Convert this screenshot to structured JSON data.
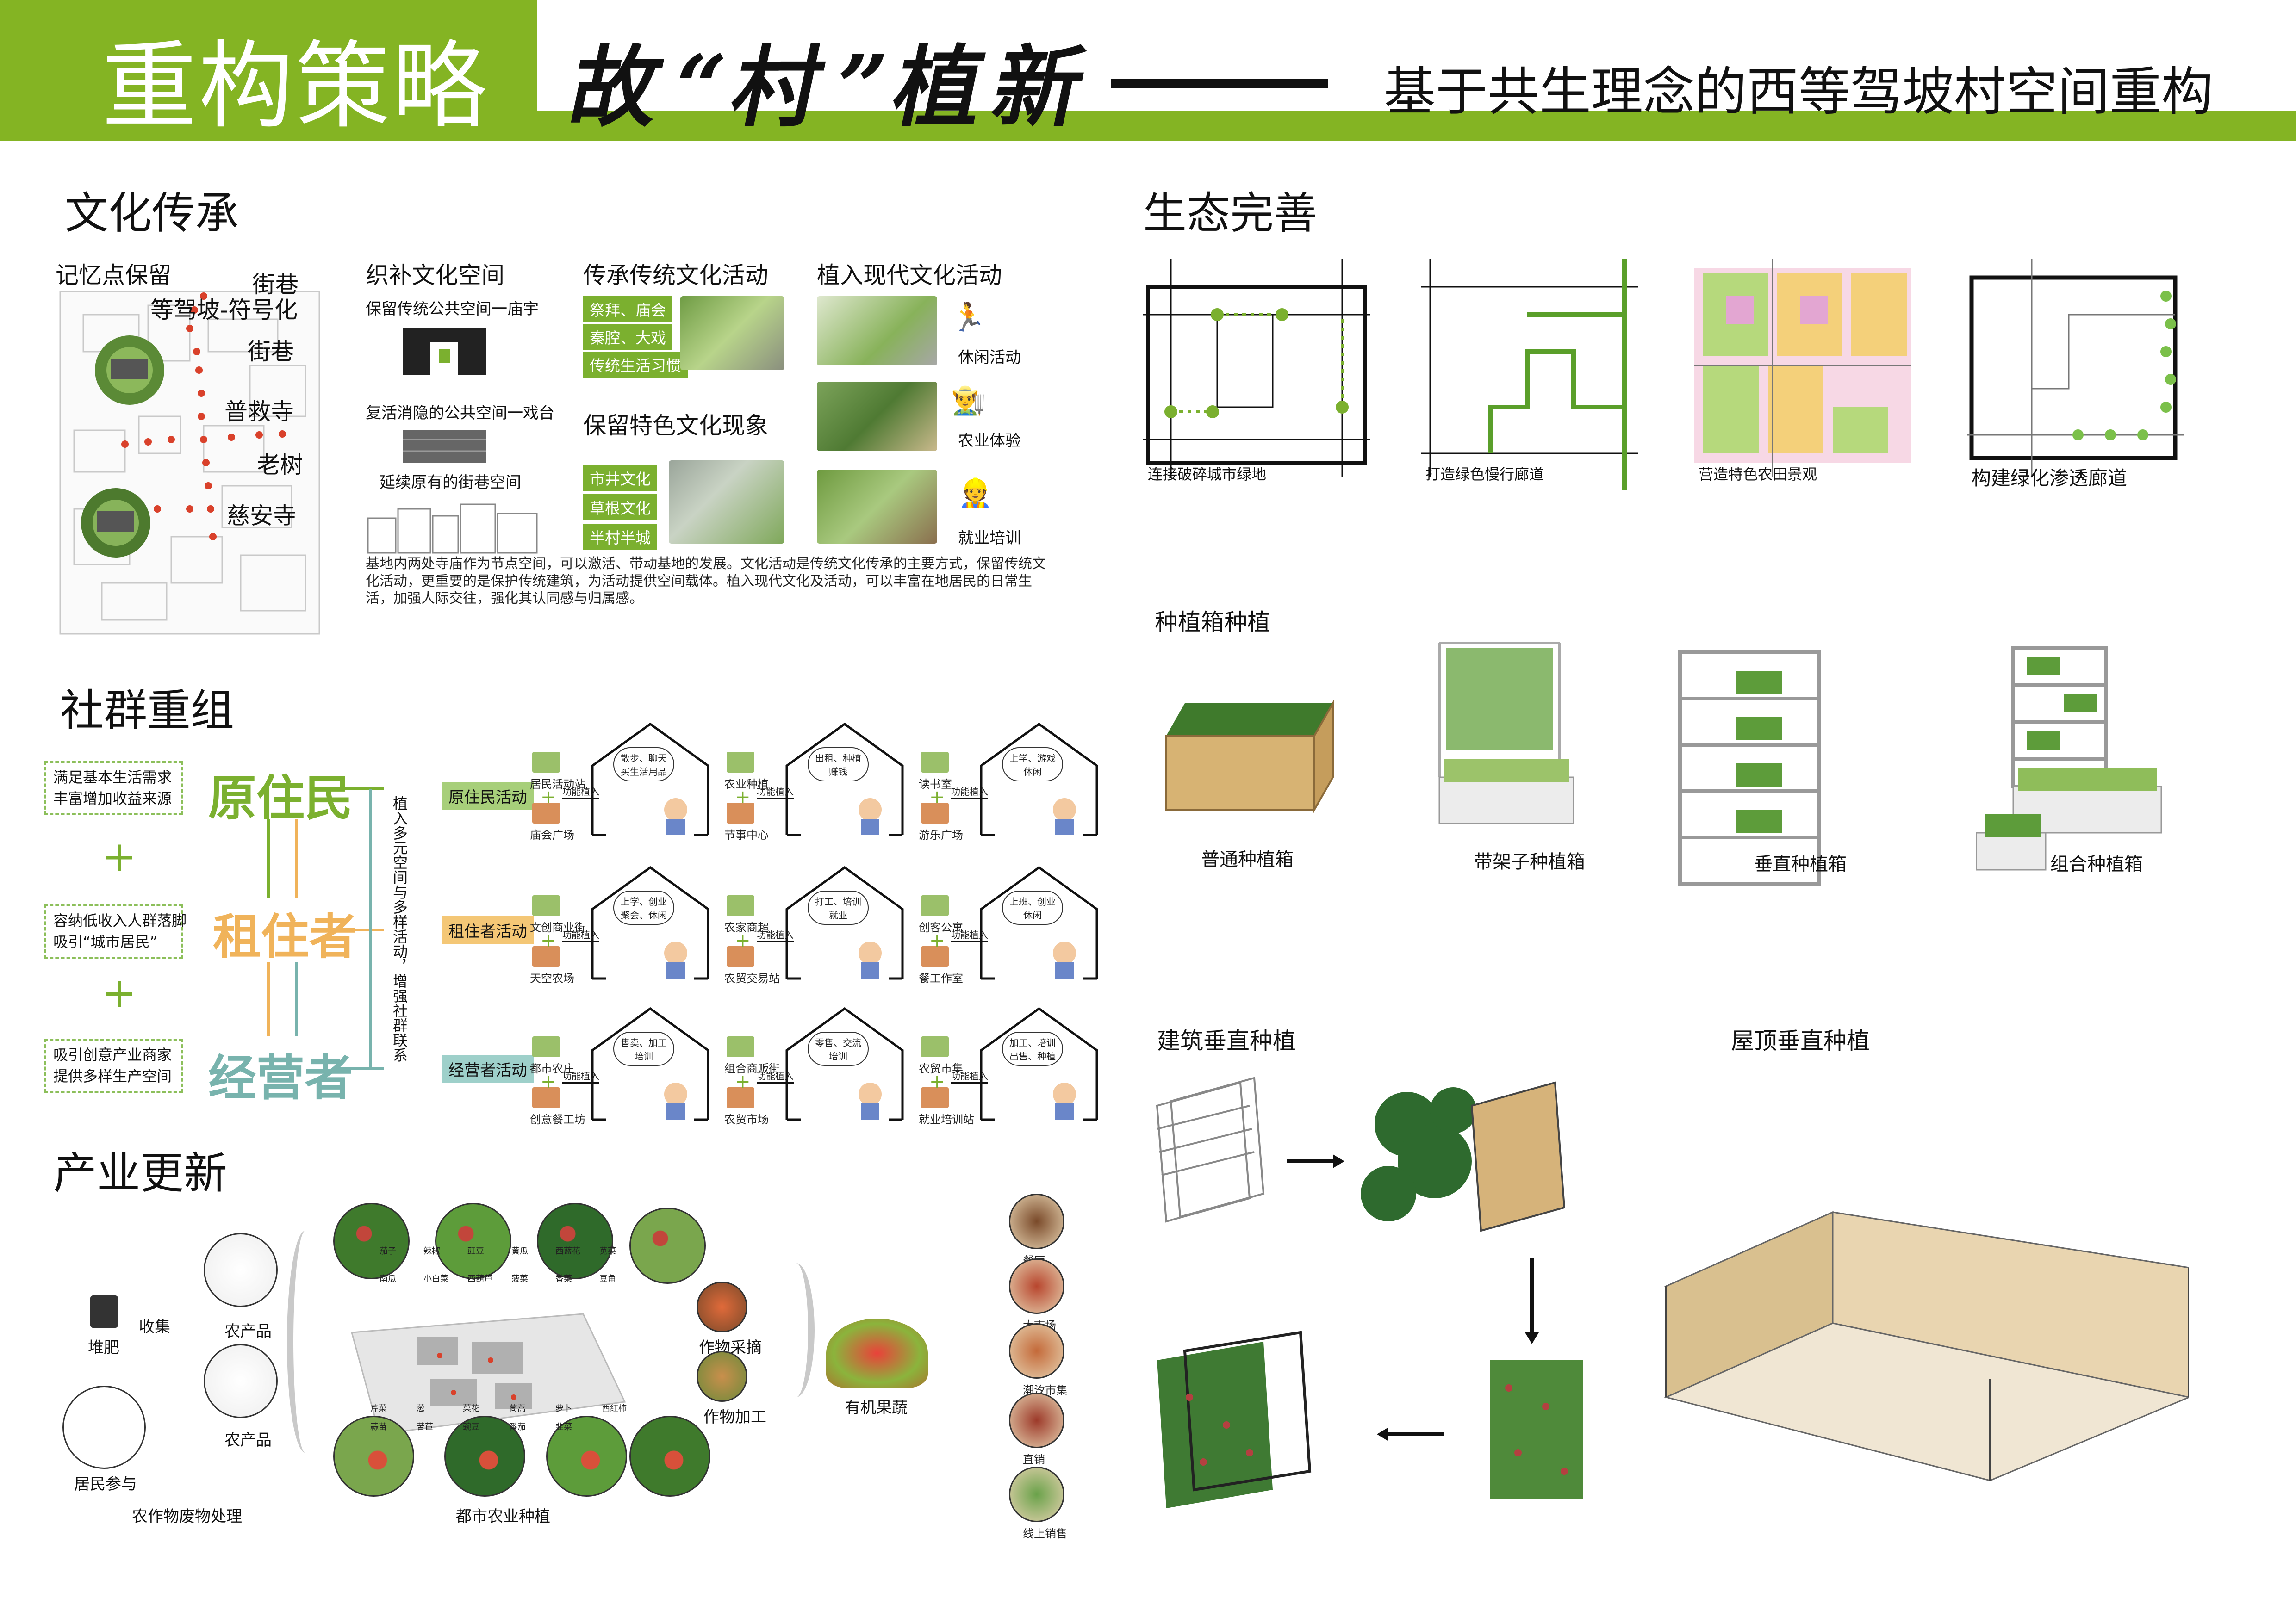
{
  "header": {
    "section_title": "重构策略",
    "main_title": "故“村”植新",
    "subtitle": "基于共生理念的西等驾坡村空间重构"
  },
  "culture": {
    "heading": "文化传承",
    "memory": {
      "title": "记忆点保留",
      "labels": [
        "街巷",
        "等驾坡-符号化",
        "街巷",
        "普救寺",
        "老树",
        "慈安寺"
      ]
    },
    "weave": {
      "title": "织补文化空间",
      "items": [
        "保留传统公共空间一庙宇",
        "复活消隐的公共空间一戏台",
        "延续原有的街巷空间"
      ]
    },
    "tradition": {
      "title": "传承传统文化活动",
      "tags": [
        "祭拜、庙会",
        "秦腔、大戏",
        "传统生活习惯"
      ]
    },
    "modern": {
      "title": "植入现代文化活动",
      "items": [
        "休闲活动",
        "农业体验",
        "就业培训"
      ]
    },
    "phenomena": {
      "title": "保留特色文化现象",
      "tags": [
        "市井文化",
        "草根文化",
        "半村半城"
      ]
    },
    "paragraph": "基地内两处寺庙作为节点空间，可以激活、带动基地的发展。文化活动是传统文化传承的主要方式，保留传统文化活动，更重要的是保护传统建筑，为活动提供空间载体。植入现代文化及活动，可以丰富在地居民的日常生活，加强人际交往，强化其认同感与归属感。"
  },
  "community": {
    "heading": "社群重组",
    "needs": [
      "满足基本生活需求\n丰富增加收益来源",
      "容纳低收入人群落脚\n吸引“城市居民”",
      "吸引创意产业商家\n提供多样生产空间"
    ],
    "plus": "+",
    "groups": [
      "原住民",
      "租住者",
      "经营者"
    ],
    "vertical_text": "植入多元空间与多样活动，增强社群联系",
    "activities": [
      "原住民活动",
      "租住者活动",
      "经营者活动"
    ],
    "func_in": "功能植入",
    "rows": [
      {
        "houses": [
          {
            "inputs": [
              "居民活动站",
              "庙会广场"
            ],
            "bubble": "散步、聊天\n买生活用品"
          },
          {
            "inputs": [
              "农业种植",
              "节事中心"
            ],
            "bubble": "出租、种植\n赚钱"
          },
          {
            "inputs": [
              "读书室",
              "游乐广场"
            ],
            "bubble": "上学、游戏\n休闲"
          }
        ]
      },
      {
        "houses": [
          {
            "inputs": [
              "文创商业街",
              "天空农场"
            ],
            "bubble": "上学、创业\n聚会、休闲"
          },
          {
            "inputs": [
              "农家商超",
              "农贸交易站"
            ],
            "bubble": "打工、培训\n就业"
          },
          {
            "inputs": [
              "创客公寓",
              "餐工作室"
            ],
            "bubble": "上班、创业\n休闲"
          }
        ]
      },
      {
        "houses": [
          {
            "inputs": [
              "都市农庄",
              "创意餐工坊"
            ],
            "bubble": "售卖、加工\n培训"
          },
          {
            "inputs": [
              "组合商贩街",
              "农贸市场"
            ],
            "bubble": "零售、交流\n培训"
          },
          {
            "inputs": [
              "农贸市集",
              "就业培训站"
            ],
            "bubble": "加工、培训\n出售、种植"
          }
        ]
      }
    ]
  },
  "industry": {
    "heading": "产业更新",
    "left": {
      "compost": "堆肥",
      "collect": "收集",
      "produce1": "农产品",
      "produce2": "农产品",
      "residents": "居民参与",
      "caption": "农作物废物处理"
    },
    "center": {
      "crops_top": [
        "茄子",
        "辣椒",
        "豇豆",
        "黄瓜",
        "西蓝花",
        "苋菜",
        "南瓜",
        "小白菜",
        "西葫芦",
        "菠菜",
        "香菜",
        "豆角"
      ],
      "crops_bottom": [
        "芹菜",
        "葱",
        "菜花",
        "茼蒿",
        "萝卜",
        "西红柿",
        "蒜苗",
        "苦苣",
        "豌豆",
        "番茄",
        "韭菜"
      ],
      "caption": "都市农业种植",
      "pick": "作物采摘",
      "process": "作物加工"
    },
    "right": {
      "organic": "有机果蔬",
      "channels": [
        "餐厅",
        "大市场",
        "潮汐市集",
        "直销",
        "线上销售"
      ]
    }
  },
  "ecology": {
    "heading": "生态完善",
    "diagrams": [
      "连接破碎城市绿地",
      "打造绿色慢行廊道",
      "营造特色农田景观",
      "构建绿化渗透廊道"
    ],
    "planter_title": "种植箱种植",
    "planters": [
      "普通种植箱",
      "带架子种植箱",
      "垂直种植箱",
      "组合种植箱"
    ],
    "vertical": {
      "building": "建筑垂直种植",
      "roof": "屋顶垂直种植"
    }
  },
  "colors": {
    "brand_green": "#84b423",
    "tag_green": "#7bb02f",
    "peach": "#f0b35a",
    "teal": "#78b3ad",
    "red_dot": "#d9412b"
  }
}
